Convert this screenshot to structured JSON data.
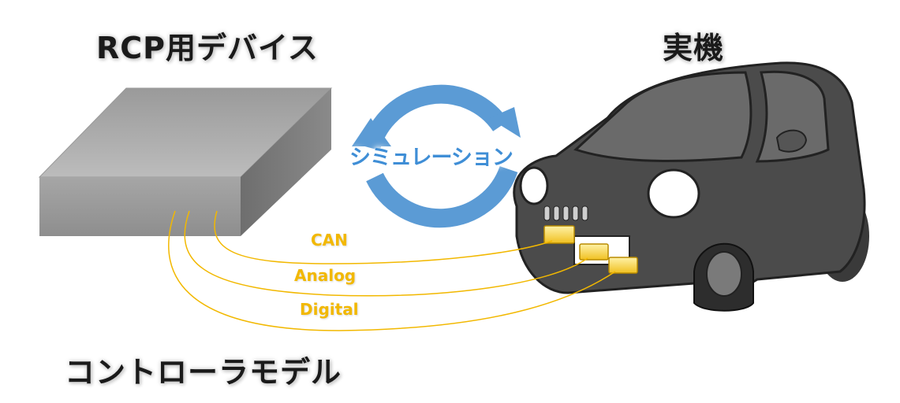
{
  "titles": {
    "device": "RCP用デバイス",
    "vehicle": "実機",
    "model": "コントローラモデル"
  },
  "cycle": {
    "label": "シミュレーション",
    "color": "#5b9bd5"
  },
  "signals": [
    {
      "label": "CAN"
    },
    {
      "label": "Analog"
    },
    {
      "label": "Digital"
    }
  ],
  "colors": {
    "signal": "#f2b800",
    "car_body": "#4b4b4b",
    "device": "#8c8c8c"
  }
}
